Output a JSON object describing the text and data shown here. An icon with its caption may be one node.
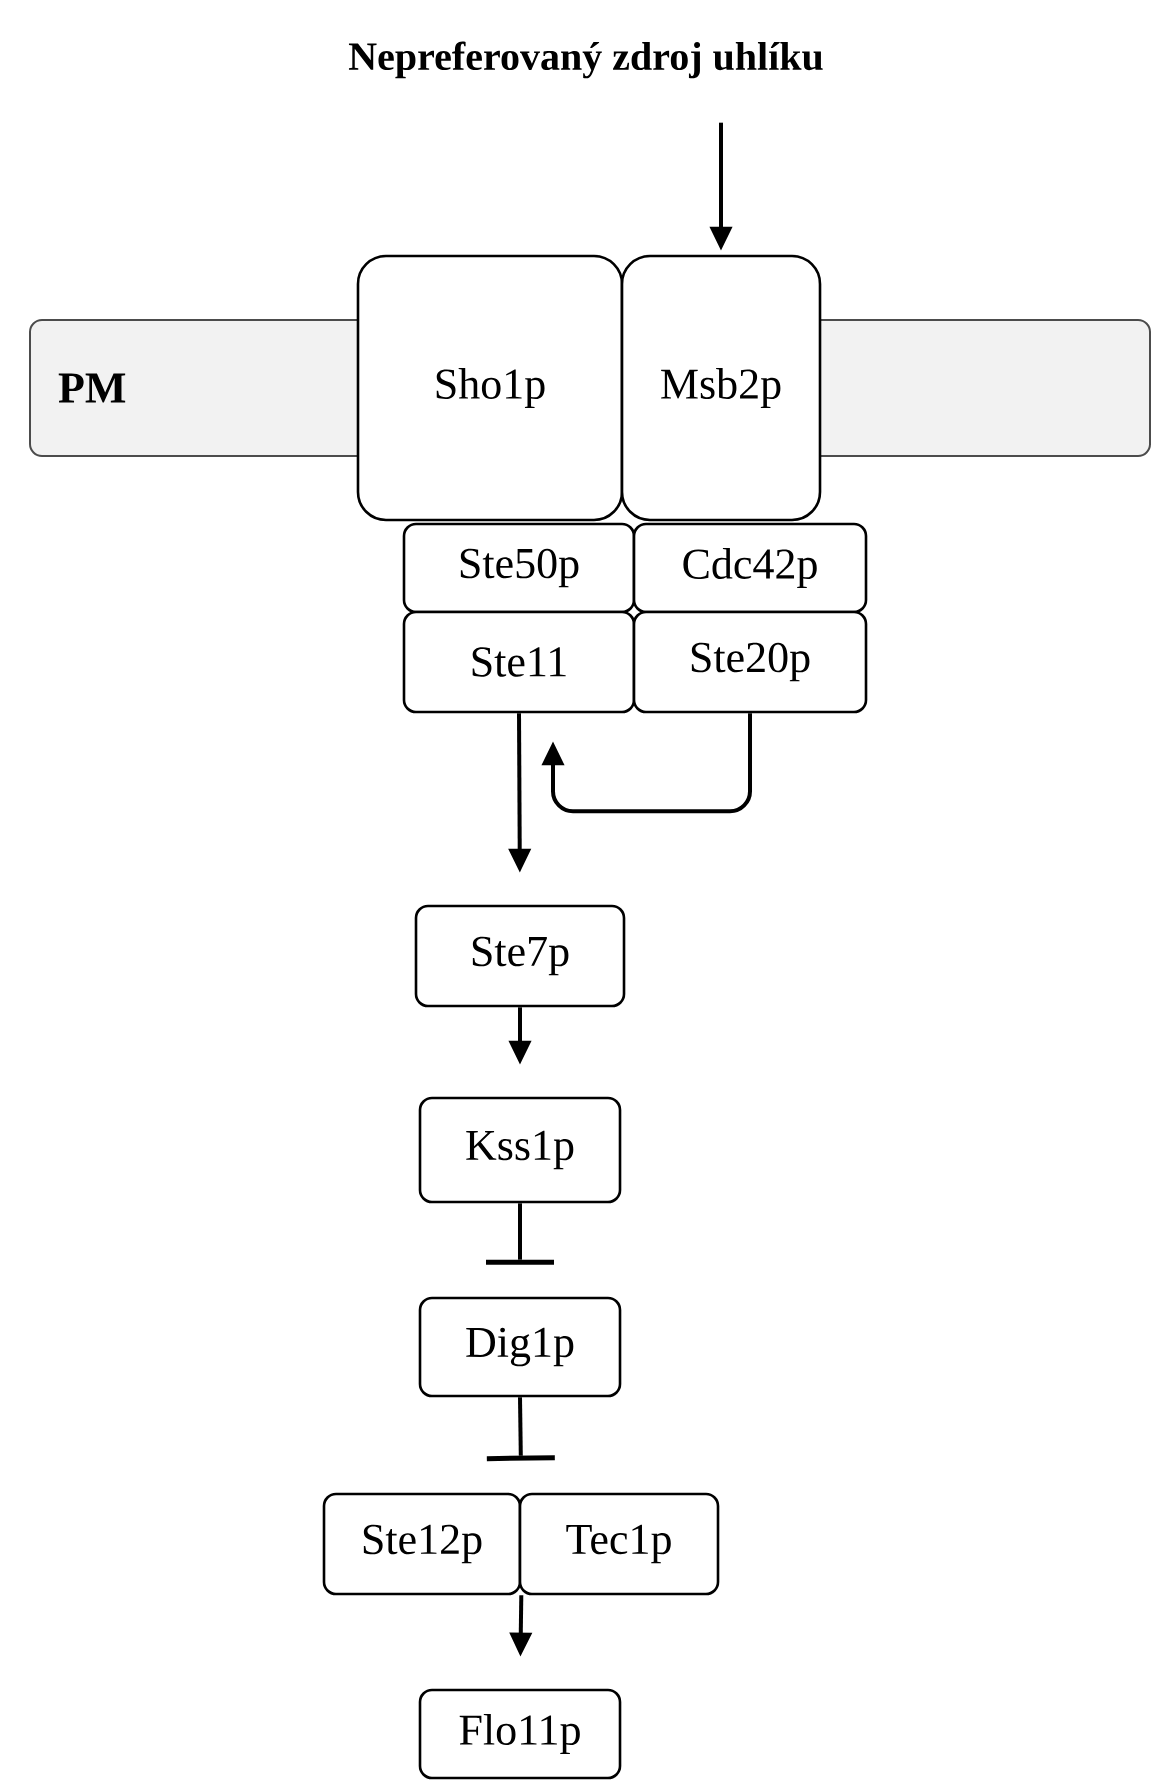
{
  "diagram": {
    "title": "Nepreferovaný zdroj uhlíku",
    "nodes": [
      {
        "text": [
          "PM"
        ]
      },
      {
        "text": [
          "Sho1p"
        ]
      },
      {
        "text": [
          "Msb2p"
        ]
      },
      {
        "text": [
          "Ste50p"
        ]
      },
      {
        "text": [
          "Cdc42p"
        ]
      },
      {
        "text": [
          "Ste11"
        ]
      },
      {
        "text": [
          "Ste20p"
        ]
      },
      {
        "text": [
          "Ste7p"
        ]
      },
      {
        "text": [
          "Kss1p"
        ]
      },
      {
        "text": [
          "Dig1p"
        ]
      },
      {
        "text": [
          "Ste12p"
        ]
      },
      {
        "text": [
          "Tec1p"
        ]
      },
      {
        "text": [
          "Flo11p"
        ]
      }
    ],
    "edges": [
      {
        "from": null,
        "to": 2,
        "arrow": "to"
      },
      {
        "from": 5,
        "to": 7,
        "arrow": "to"
      },
      {
        "from": 6,
        "to": 5,
        "arrow": "to"
      },
      {
        "from": 7,
        "to": 8,
        "arrow": "to"
      },
      {
        "from": 8,
        "to": 9,
        "arrow": "other"
      },
      {
        "from": 9,
        "to": 10,
        "arrow": "other"
      },
      {
        "from": 9,
        "to": 11,
        "arrow": "other"
      },
      {
        "from": 10,
        "to": 12,
        "arrow": "to"
      },
      {
        "from": 11,
        "to": 12,
        "arrow": "to"
      }
    ]
  }
}
